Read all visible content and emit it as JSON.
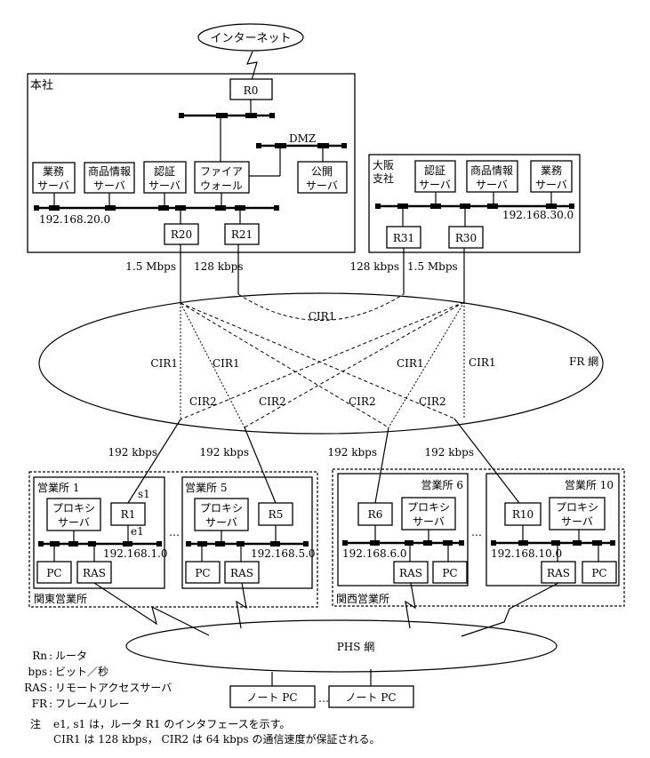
{
  "internet": {
    "label": "インターネット"
  },
  "hq": {
    "title": "本社",
    "router_r0": "R0",
    "dmz_label": "DMZ",
    "servers": {
      "business": [
        "業務",
        "サーバ"
      ],
      "product_info": [
        "商品情報",
        "サーバ"
      ],
      "auth": [
        "認証",
        "サーバ"
      ],
      "firewall": [
        "ファイア",
        "ウォール"
      ],
      "public": [
        "公開",
        "サーバ"
      ]
    },
    "subnet": "192.168.20.0",
    "router_r20": "R20",
    "router_r21": "R21",
    "link_r20": "1.5 Mbps",
    "link_r21": "128 kbps"
  },
  "osaka": {
    "title": [
      "大阪",
      "支社"
    ],
    "servers": {
      "auth": [
        "認証",
        "サーバ"
      ],
      "product_info": [
        "商品情報",
        "サーバ"
      ],
      "business": [
        "業務",
        "サーバ"
      ]
    },
    "subnet": "192.168.30.0",
    "router_r31": "R31",
    "router_r30": "R30",
    "link_r31": "128 kbps",
    "link_r30": "1.5 Mbps"
  },
  "fr_network": {
    "label": "FR 網",
    "cir_labels": {
      "top": "CIR1",
      "left_outer": "CIR1",
      "left_inner": "CIR1",
      "right_inner": "CIR1",
      "right_outer": "CIR1",
      "cir2_1": "CIR2",
      "cir2_2": "CIR2",
      "cir2_3": "CIR2",
      "cir2_4": "CIR2"
    },
    "branch_links": [
      "192 kbps",
      "192 kbps",
      "192 kbps",
      "192 kbps"
    ]
  },
  "kanto": {
    "title": "関東営業所",
    "office1": {
      "title": "営業所 1",
      "proxy": [
        "プロキシ",
        "サーバ"
      ],
      "router": "R1",
      "if_s1": "s1",
      "if_e1": "e1",
      "subnet": "192.168.1.0",
      "pc": "PC",
      "ras": "RAS"
    },
    "office5": {
      "title": "営業所 5",
      "proxy": [
        "プロキシ",
        "サーバ"
      ],
      "router": "R5",
      "subnet": "192.168.5.0",
      "pc": "PC",
      "ras": "RAS"
    },
    "ellipsis": "…"
  },
  "kansai": {
    "title": "関西営業所",
    "office6": {
      "title": "営業所 6",
      "proxy": [
        "プロキシ",
        "サーバ"
      ],
      "router": "R6",
      "subnet": "192.168.6.0",
      "pc": "PC",
      "ras": "RAS"
    },
    "office10": {
      "title": "営業所 10",
      "proxy": [
        "プロキシ",
        "サーバ"
      ],
      "router": "R10",
      "subnet": "192.168.10.0",
      "pc": "PC",
      "ras": "RAS"
    },
    "ellipsis": "…"
  },
  "phs": {
    "label": "PHS 網",
    "notebooks": [
      "ノート PC",
      "ノート PC"
    ],
    "ellipsis": "…"
  },
  "legend": [
    {
      "key": "Rn",
      "desc": "ルータ"
    },
    {
      "key": "bps",
      "desc": "ビット／秒"
    },
    {
      "key": "RAS",
      "desc": "リモートアクセスサーバ"
    },
    {
      "key": "FR",
      "desc": "フレームリレー"
    }
  ],
  "notes": {
    "prefix": "注",
    "line1": "e1, s1 は，ルータ R1 のインタフェースを示す。",
    "line2": "CIR1 は 128 kbps， CIR2 は 64 kbps の通信速度が保証される。"
  }
}
